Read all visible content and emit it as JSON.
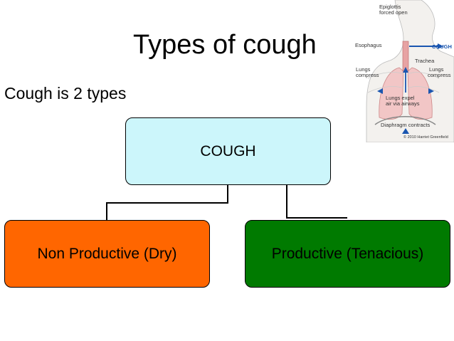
{
  "slide": {
    "title": "Types of cough",
    "subtitle": "Cough is 2 types"
  },
  "diagram": {
    "root": {
      "label": "COUGH",
      "color": "#ccf6fb"
    },
    "children": [
      {
        "label": "Non Productive (Dry)",
        "color": "#ff6600"
      },
      {
        "label": "Productive (Tenacious)",
        "color": "#007a00"
      }
    ]
  },
  "anatomy_image": {
    "labels": {
      "epiglottis": "Epiglottis",
      "forced_open": "forced open",
      "esophagus": "Esophagus",
      "cough": "COUGH",
      "trachea": "Trachea",
      "lungs_compress_left_1": "Lungs",
      "lungs_compress_left_2": "compress",
      "lungs_compress_right_1": "Lungs",
      "lungs_compress_right_2": "compress",
      "lungs_expel_1": "Lungs expel",
      "lungs_expel_2": "air via airways",
      "diaphragm": "Diaphragm contracts",
      "copyright": "© 2010 Harriet Greenfield"
    },
    "arrow_color": "#1a56b0"
  }
}
